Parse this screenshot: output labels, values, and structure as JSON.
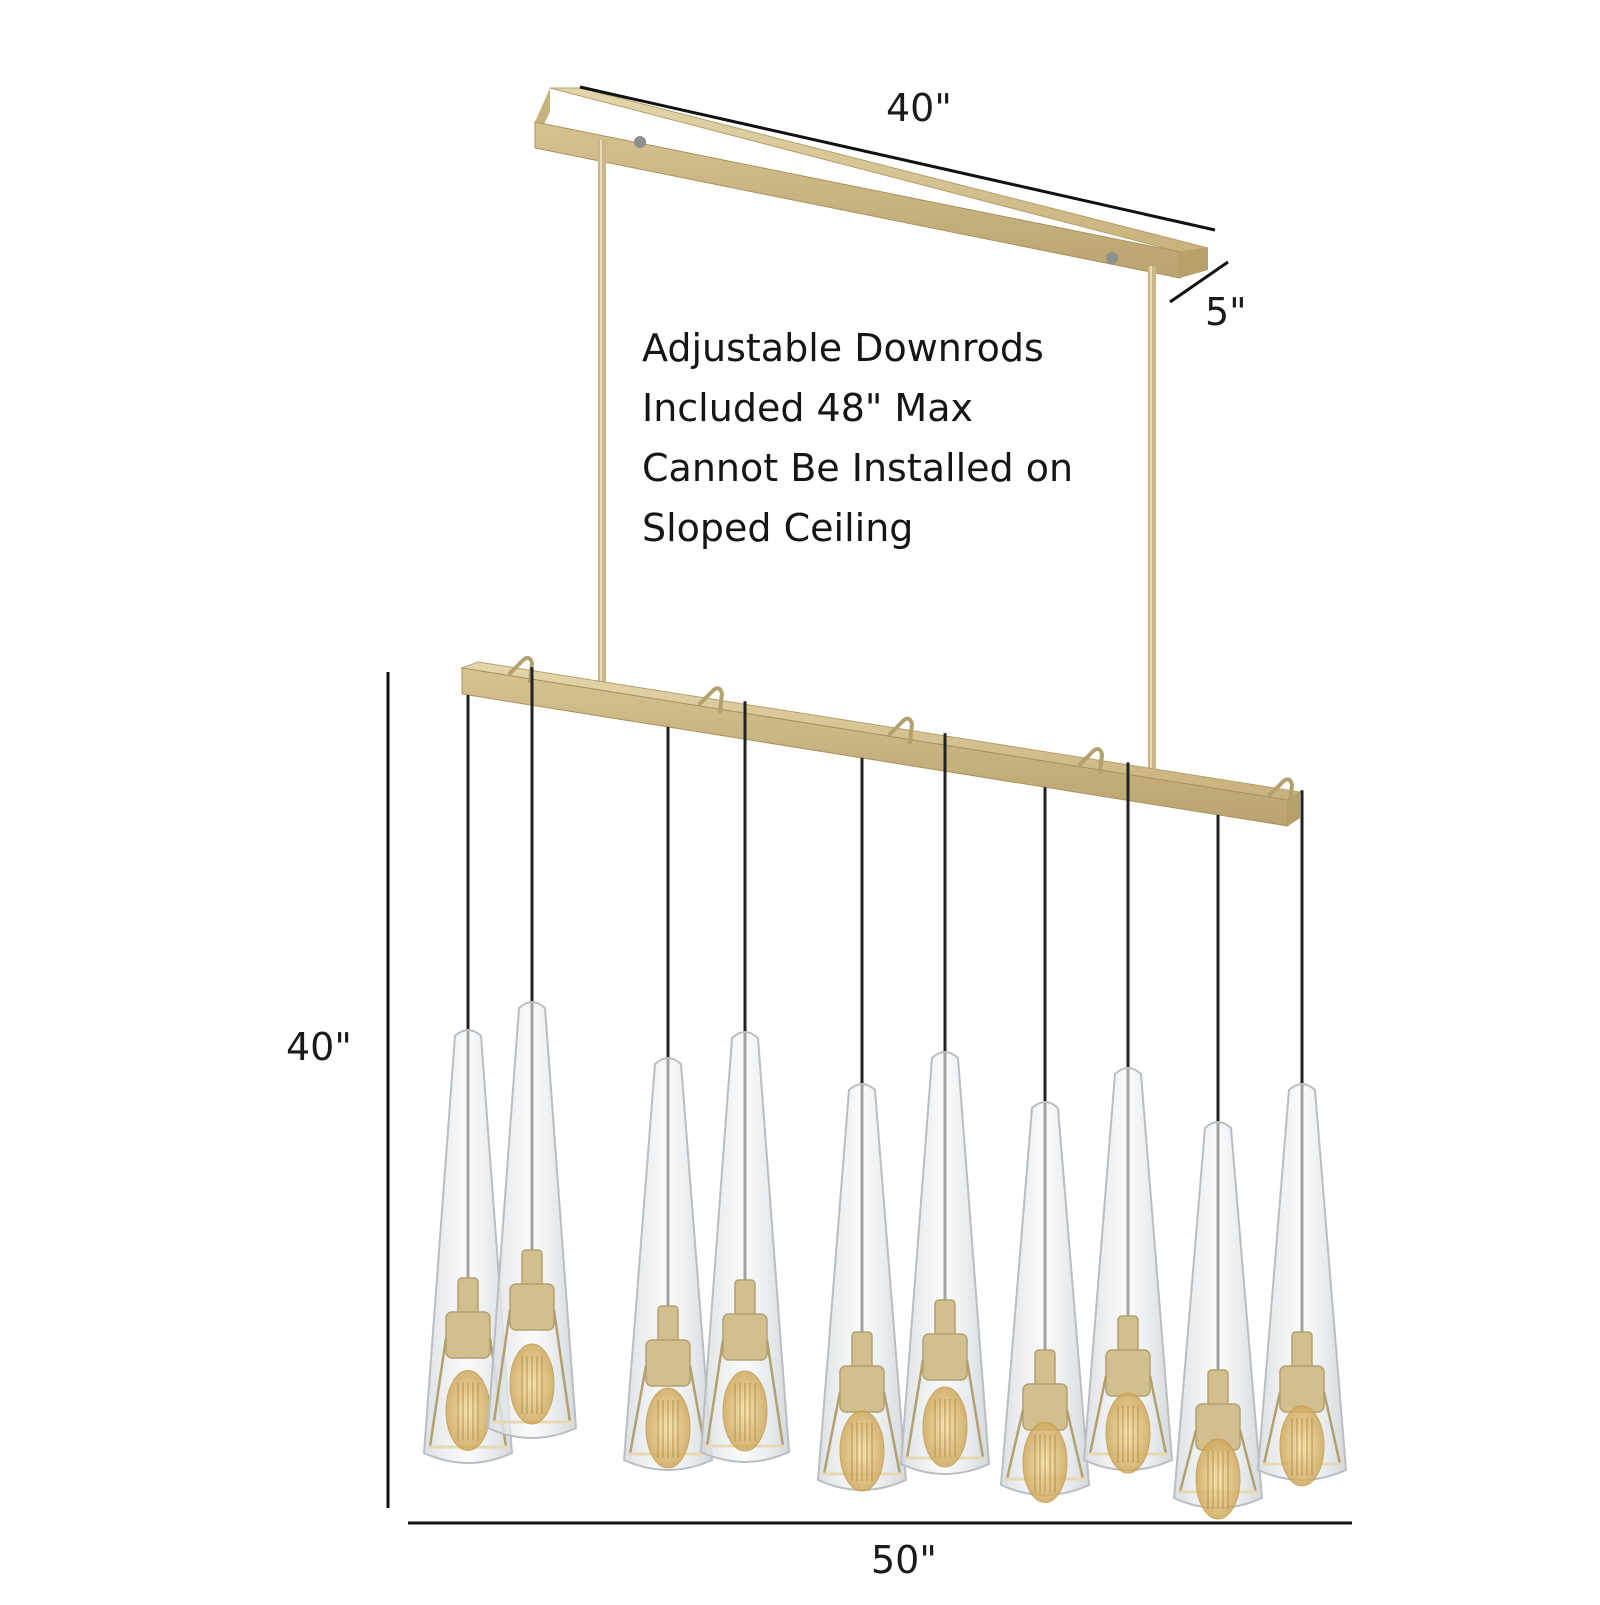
{
  "dimensions": {
    "canopy_length": "40\"",
    "canopy_depth": "5\"",
    "overall_height": "40\"",
    "overall_width": "50\""
  },
  "note_lines": [
    "Adjustable Downrods",
    "Included 48\" Max",
    "Cannot Be Installed on",
    "Sloped Ceiling"
  ],
  "colors": {
    "brass": "#d2bf8e",
    "brass_dark": "#b3a06f",
    "brass_light": "#e7d9b4",
    "cord": "#222222",
    "glass": "#e9ecee",
    "dimension_line": "#111111"
  }
}
